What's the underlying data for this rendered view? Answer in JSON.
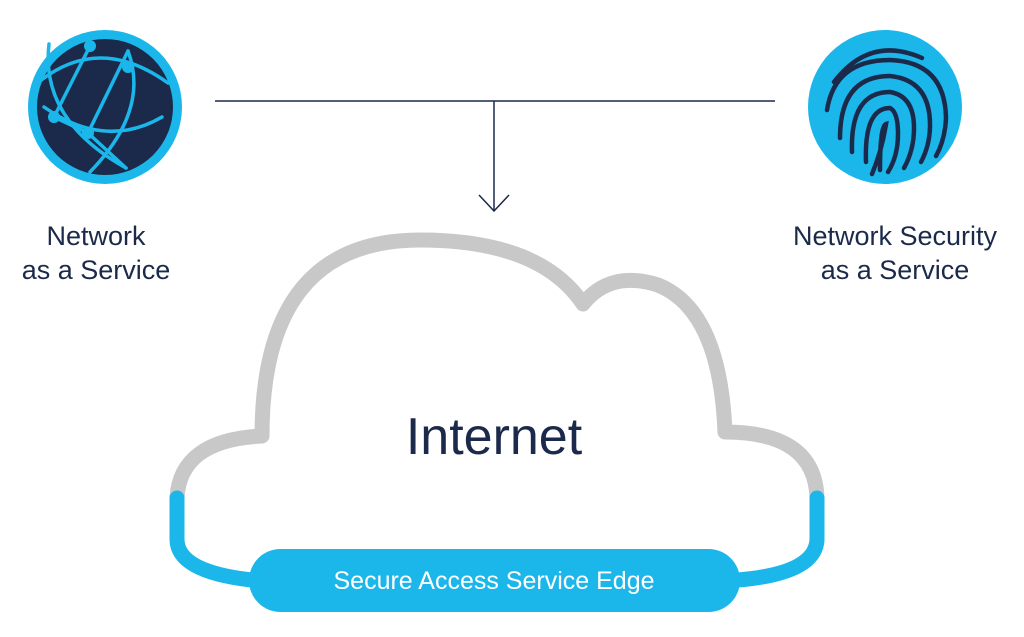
{
  "colors": {
    "accent": "#1bb7ea",
    "navy": "#1b2a4a",
    "cloud": "#c8c8c8",
    "text_light": "#ffffff"
  },
  "left_service": {
    "icon": "globe-network-icon",
    "label_line1": "Network",
    "label_line2": "as a Service"
  },
  "right_service": {
    "icon": "fingerprint-icon",
    "label_line1": "Network Security",
    "label_line2": "as a Service"
  },
  "cloud": {
    "label": "Internet"
  },
  "sase": {
    "label": "Secure Access Service Edge"
  }
}
